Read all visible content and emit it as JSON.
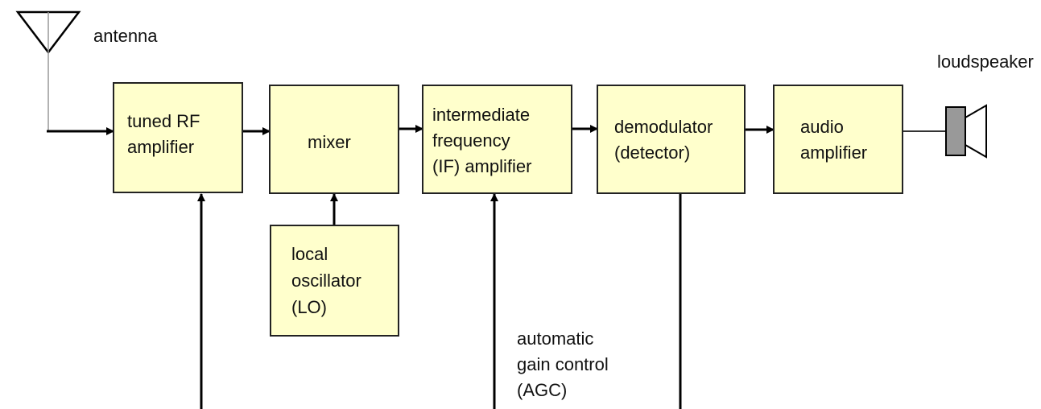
{
  "colors": {
    "box_fill": "#ffffcc",
    "box_stroke": "#222222",
    "line": "#000000",
    "speaker_body": "#999999"
  },
  "labels": {
    "antenna": "antenna",
    "loudspeaker": "loudspeaker",
    "agc_line1": "automatic",
    "agc_line2": "gain control",
    "agc_line3": "(AGC)"
  },
  "blocks": {
    "rf_amplifier": {
      "line1": "tuned RF",
      "line2": "amplifier"
    },
    "mixer": {
      "line1": "mixer"
    },
    "if_amplifier": {
      "line1": "intermediate",
      "line2": "frequency",
      "line3": "(IF) amplifier"
    },
    "demodulator": {
      "line1": "demodulator",
      "line2": "(detector)"
    },
    "audio_amplifier": {
      "line1": "audio",
      "line2": "amplifier"
    },
    "local_oscillator": {
      "line1": "local",
      "line2": "oscillator",
      "line3": "(LO)"
    }
  },
  "icons": {
    "antenna": "antenna-icon",
    "loudspeaker": "loudspeaker-icon"
  }
}
